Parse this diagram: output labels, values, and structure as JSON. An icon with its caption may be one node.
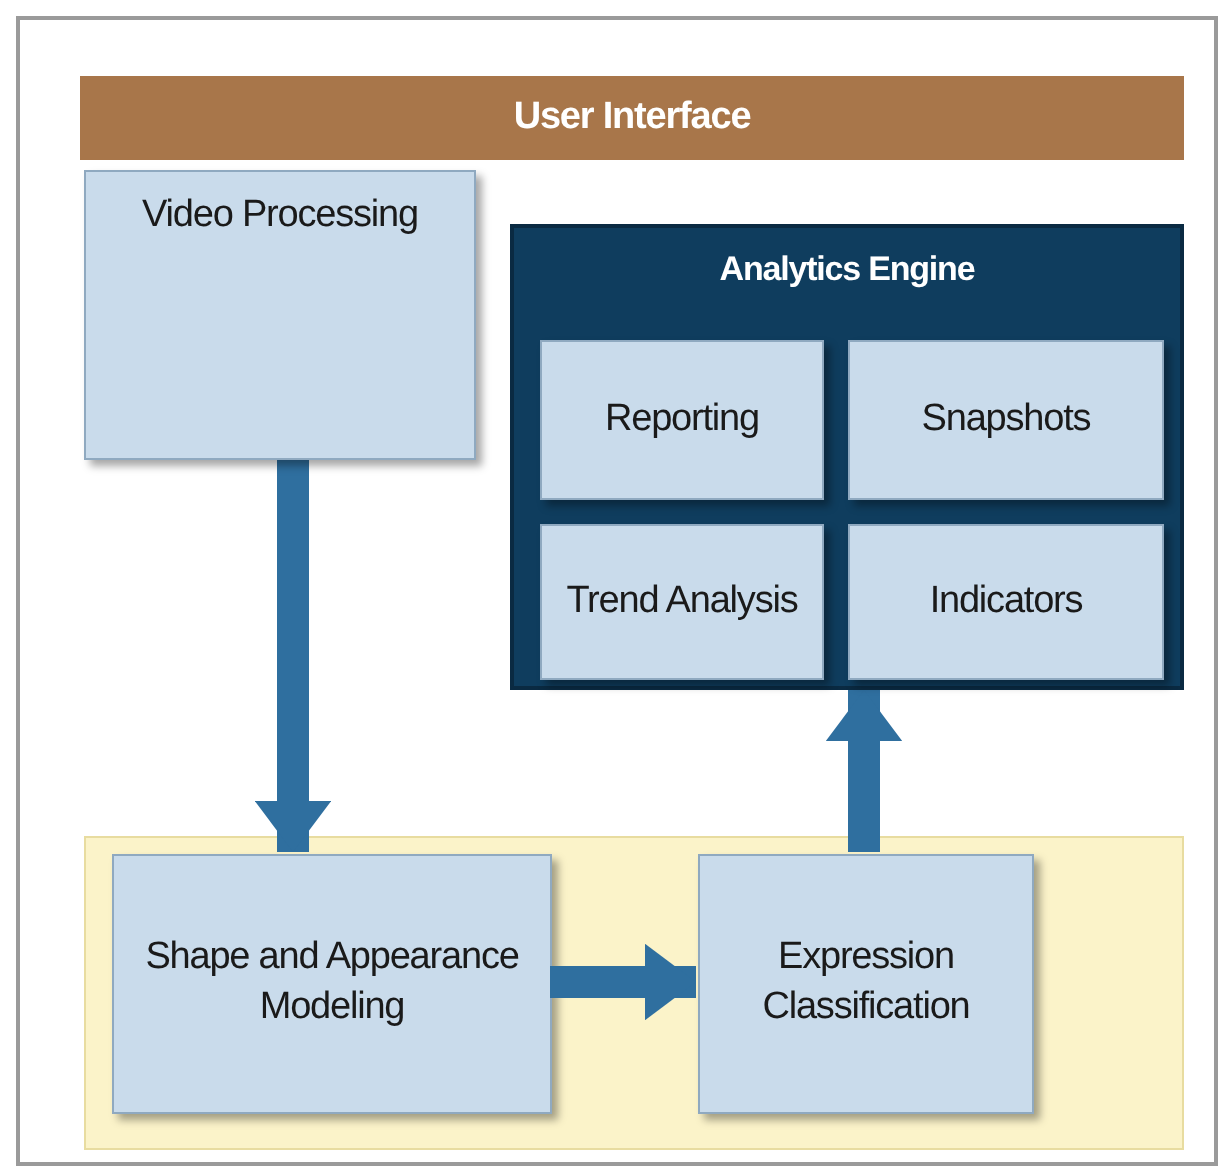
{
  "diagram": {
    "nodes": [
      {
        "text": [
          "User Interface"
        ]
      },
      {
        "text": [
          "Video Processing"
        ]
      },
      {
        "text": [
          "Analytics Engine"
        ]
      },
      {
        "text": [
          "Reporting"
        ],
        "in": 2
      },
      {
        "text": [
          "Snapshots"
        ],
        "in": 2
      },
      {
        "text": [
          "Trend Analysis"
        ],
        "in": 2
      },
      {
        "text": [
          "Indicators"
        ],
        "in": 2
      },
      {
        "text": [],
        "shape": "box"
      },
      {
        "text": [
          "Shape and Appearance Modeling"
        ],
        "in": 7
      },
      {
        "text": [
          "Expression Classification"
        ],
        "in": 7
      }
    ],
    "edges": [
      {
        "from": 1,
        "to": 8,
        "arrow": "to"
      },
      {
        "from": 8,
        "to": 9,
        "arrow": "to"
      },
      {
        "from": 9,
        "to": 2,
        "arrow": "to"
      }
    ]
  }
}
